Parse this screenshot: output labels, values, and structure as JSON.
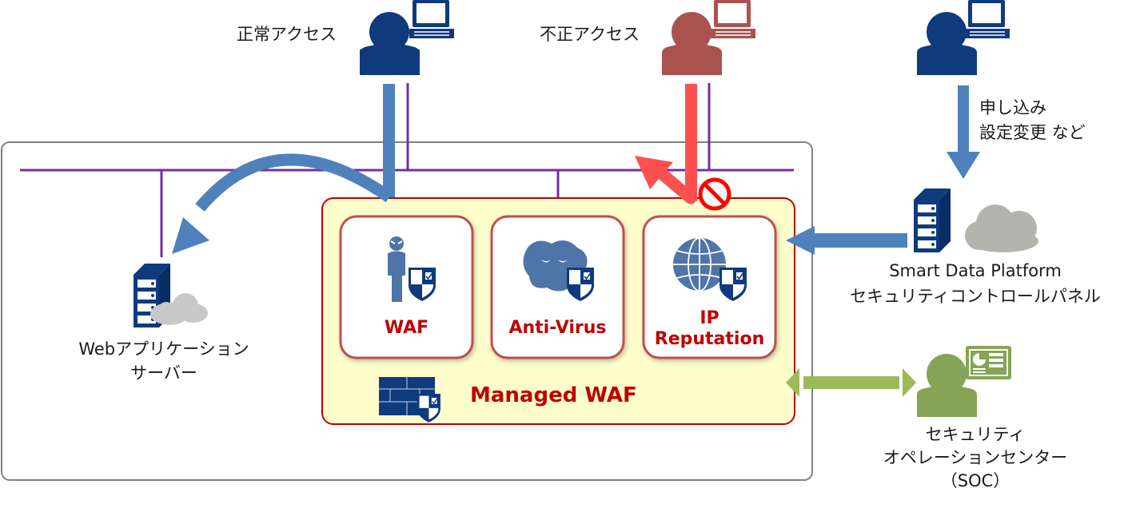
{
  "diagram": {
    "title": "Managed WAF",
    "actors": {
      "normal_access": {
        "label": "正常アクセス",
        "color": "#0f3a7d"
      },
      "unauthorized_access": {
        "label": "不正アクセス",
        "color": "#a9524f"
      },
      "admin": {
        "label": "",
        "color": "#0f3a7d"
      },
      "soc": {
        "label_lines": [
          "セキュリティ",
          "オペレーションセンター",
          "（SOC）"
        ],
        "color": "#86a356"
      }
    },
    "admin_arrow_label_lines": [
      "申し込み",
      "設定変更 など"
    ],
    "web_server": {
      "label_lines": [
        "Webアプリケーション",
        "サーバー"
      ]
    },
    "control_panel": {
      "label_lines": [
        "Smart Data Platform",
        "セキュリティコントロールパネル"
      ]
    },
    "modules": [
      {
        "id": "waf",
        "label": "WAF",
        "icon": "attacker-shield-icon"
      },
      {
        "id": "anti-virus",
        "label": "Anti-Virus",
        "icon": "virus-shield-icon"
      },
      {
        "id": "ip-reputation",
        "label": "IP\nReputation",
        "label_lines": [
          "IP",
          "Reputation"
        ],
        "icon": "globe-shield-icon"
      }
    ],
    "colors": {
      "network_line": "#7030a0",
      "flow_arrow": "#4f81bd",
      "blocked_arrow": "#ff5050",
      "soc_arrow": "#9bbb59",
      "waf_box_fill": "#ffffcc",
      "waf_box_border": "#c00000",
      "module_border": "#c0504d",
      "module_text": "#c00000",
      "icon_navy": "#0f3a7d",
      "icon_steel": "#4f75a8",
      "cloud": "#c8c8c8",
      "container_border": "#808080"
    }
  }
}
